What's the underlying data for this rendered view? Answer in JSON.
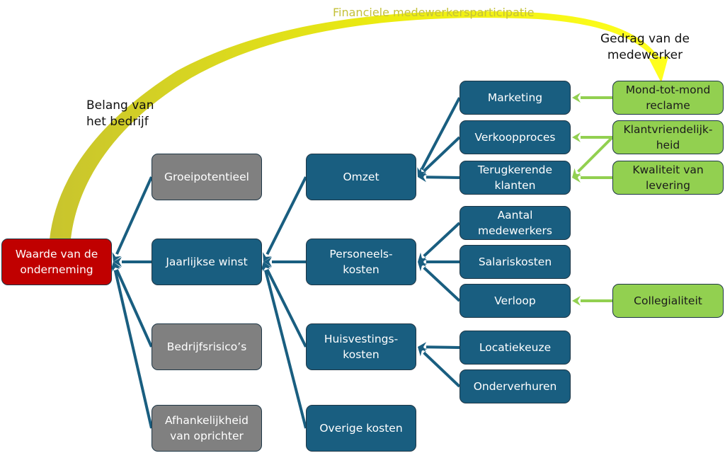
{
  "colors": {
    "root": "#c00000",
    "blue_node": "#195e80",
    "gray_node": "#808080",
    "green_node": "#92d050",
    "blue_connector": "#195e80",
    "green_connector": "#92d050",
    "arc_start": "#c8c42e",
    "arc_end": "#ffff1e",
    "arc_label": "#c4c13a"
  },
  "labels": {
    "arc": "Financiele medewerkersparticipatie",
    "company_interest": "Belang van\nhet bedrijf",
    "employee_behavior": "Gedrag van de\nmedewerker"
  },
  "nodes": {
    "waarde": "Waarde van de\nonderneming",
    "groei": "Groeipotentieel",
    "winst": "Jaarlijkse winst",
    "risico": "Bedrijfsrisico’s",
    "afhankelijkheid": "Afhankelijkheid\nvan oprichter",
    "omzet": "Omzet",
    "personeel": "Personeels-\nkosten",
    "huisvesting": "Huisvestings-\nkosten",
    "overig": "Overige kosten",
    "marketing": "Marketing",
    "verkoop": "Verkoopproces",
    "terugkerend": "Terugkerende\nklanten",
    "aantal": "Aantal\nmedewerkers",
    "salaris": "Salariskosten",
    "verloop": "Verloop",
    "locatie": "Locatiekeuze",
    "onderverhuren": "Onderverhuren",
    "mond": "Mond-tot-mond\nreclame",
    "klantvriendelijk": "Klantvriendelijk-\nheid",
    "kwaliteit": "Kwaliteit van\nlevering",
    "collegialiteit": "Collegialiteit"
  },
  "edges": [
    {
      "from": "groei",
      "to": "waarde",
      "type": "blue"
    },
    {
      "from": "winst",
      "to": "waarde",
      "type": "blue"
    },
    {
      "from": "risico",
      "to": "waarde",
      "type": "blue"
    },
    {
      "from": "afhankelijkheid",
      "to": "waarde",
      "type": "blue"
    },
    {
      "from": "omzet",
      "to": "winst",
      "type": "blue"
    },
    {
      "from": "personeel",
      "to": "winst",
      "type": "blue"
    },
    {
      "from": "huisvesting",
      "to": "winst",
      "type": "blue"
    },
    {
      "from": "overig",
      "to": "winst",
      "type": "blue"
    },
    {
      "from": "marketing",
      "to": "omzet",
      "type": "blue"
    },
    {
      "from": "verkoop",
      "to": "omzet",
      "type": "blue"
    },
    {
      "from": "terugkerend",
      "to": "omzet",
      "type": "blue"
    },
    {
      "from": "aantal",
      "to": "personeel",
      "type": "blue"
    },
    {
      "from": "salaris",
      "to": "personeel",
      "type": "blue"
    },
    {
      "from": "verloop",
      "to": "personeel",
      "type": "blue"
    },
    {
      "from": "locatie",
      "to": "huisvesting",
      "type": "blue"
    },
    {
      "from": "onderverhuren",
      "to": "huisvesting",
      "type": "blue"
    },
    {
      "from": "mond",
      "to": "marketing",
      "type": "green"
    },
    {
      "from": "klantvriendelijk",
      "to": "verkoop",
      "type": "green"
    },
    {
      "from": "klantvriendelijk",
      "to": "terugkerend",
      "type": "green"
    },
    {
      "from": "kwaliteit",
      "to": "terugkerend",
      "type": "green"
    },
    {
      "from": "collegialiteit",
      "to": "verloop",
      "type": "green"
    }
  ]
}
